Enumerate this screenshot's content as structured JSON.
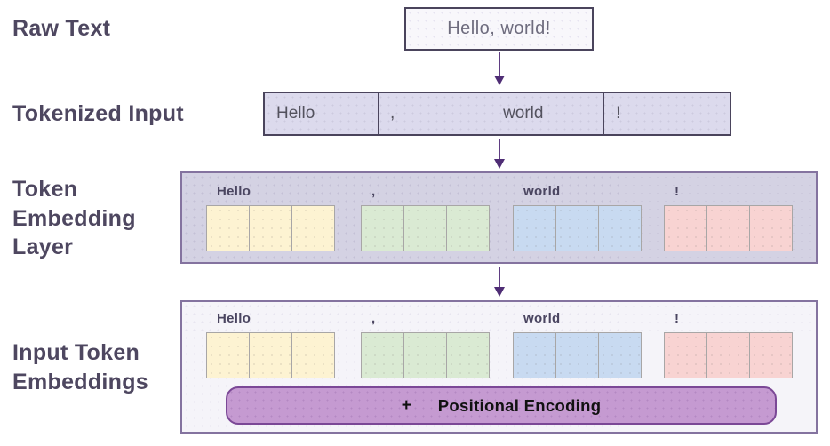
{
  "stage_labels": {
    "raw_text": "Raw Text",
    "tokenized_input": "Tokenized Input",
    "token_embedding_layer": "Token Embedding Layer",
    "input_token_embeddings": "Input Token Embeddings"
  },
  "raw_text": {
    "content": "Hello, world!"
  },
  "tokens": [
    "Hello",
    ",",
    "world",
    "!"
  ],
  "embedding": {
    "cells_per_token": 3
  },
  "positional_encoding": {
    "plus": "+",
    "label": "Positional Encoding"
  },
  "colors": {
    "token_cell_colors": [
      "#fdf3d2",
      "#daead3",
      "#c8daf1",
      "#f8d3d2"
    ],
    "arrow": "#5f3d82",
    "panel_border": "#84739f",
    "dark_border": "#4a445c",
    "tokenized_bg": "#dcdaed",
    "embedding_layer_bg": "#d4d2e3",
    "embeddings_box_bg": "#f5f4f9",
    "positional_bar_fill": "#c59ad1",
    "positional_bar_border": "#7b4896",
    "label_text": "#4e4760"
  }
}
